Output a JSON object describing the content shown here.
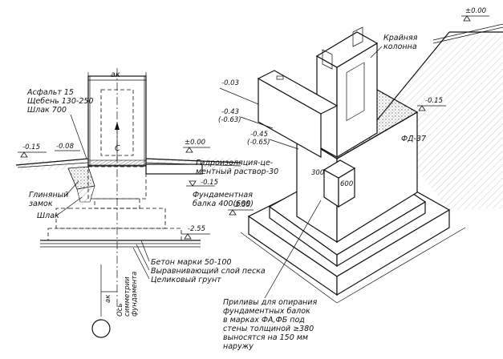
{
  "section": {
    "dim_width": "aк",
    "layers": [
      "Асфальт 15",
      "Щебень 130-250",
      "Шлак 700"
    ],
    "level_minus015": "-0.15",
    "level_minus008": "-0.08",
    "level_zero": "±0.00",
    "level_minus015_right": "-0.15",
    "waterproofing": [
      "Гидроизоляция-це-",
      "ментный раствор-30"
    ],
    "beam": [
      "Фундаментная",
      "балка 400(600)"
    ],
    "clay_lock": [
      "Глиняный",
      "замок"
    ],
    "slag": "Шлак",
    "level_minus255": "-2.55",
    "concrete": [
      "Бетон марки 50-100",
      "Выравнивающий слой песка",
      "Целиковый грунт"
    ],
    "axis": [
      "Ось",
      "симметрии",
      "фундамента"
    ],
    "dim_bottom": "aк",
    "column_marker": "C"
  },
  "iso": {
    "level_minus003": "-0.03",
    "level_minus043": [
      "-0.43",
      "(-0.63)"
    ],
    "level_minus045": [
      "-0.45",
      "(-0.65)"
    ],
    "level_minus015": "-0.15",
    "level_minus255": "-2.55",
    "level_zero": "±0.00",
    "column": [
      "Крайняя",
      "колонна"
    ],
    "foundation_mark": "ФД-37",
    "dim_300": "300",
    "dim_600": "600",
    "note": [
      "Приливы для опирания",
      "фундаментных балок",
      "в марках ФА,ФБ под",
      "стены толщиной ≥380",
      "выносятся на 150 мм",
      "наружу"
    ]
  }
}
